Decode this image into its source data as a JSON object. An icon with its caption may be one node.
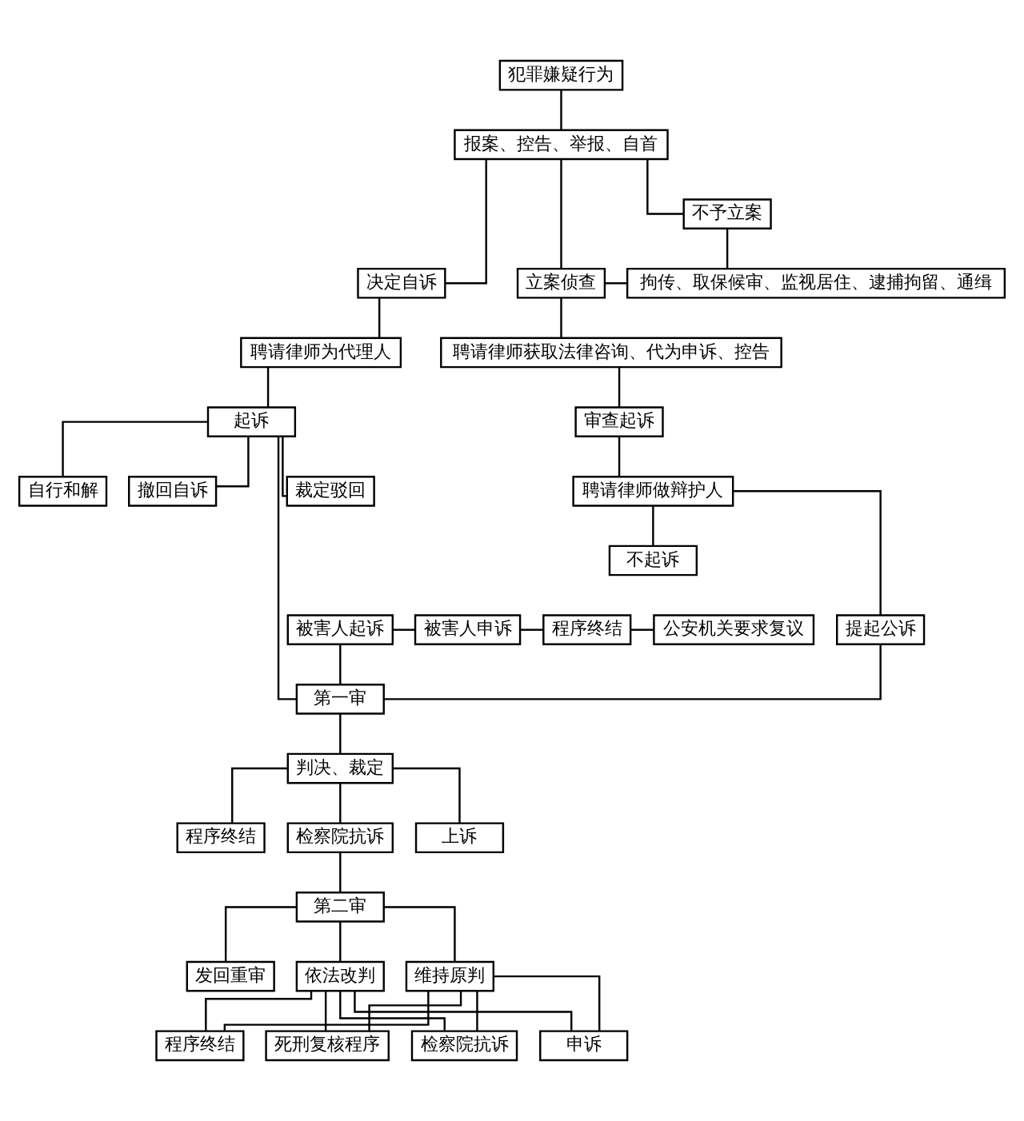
{
  "diagram": {
    "nodes": [
      {
        "text": [
          "犯罪嫌疑行为"
        ]
      },
      {
        "text": [
          "报案、控告、举报、自首"
        ]
      },
      {
        "text": [
          "不予立案"
        ]
      },
      {
        "text": [
          "决定自诉"
        ]
      },
      {
        "text": [
          "立案侦查"
        ]
      },
      {
        "text": [
          "拘传、取保候审、监视居住、逮捕拘留、通缉"
        ]
      },
      {
        "text": [
          "聘请律师为代理人"
        ]
      },
      {
        "text": [
          "聘请律师获取法律咨询、代为申诉、控告"
        ]
      },
      {
        "text": [
          "起诉"
        ]
      },
      {
        "text": [
          "审查起诉"
        ]
      },
      {
        "text": [
          "裁定驳回"
        ]
      },
      {
        "text": [
          "自行和解"
        ]
      },
      {
        "text": [
          "撤回自诉"
        ]
      },
      {
        "text": [
          "聘请律师做辩护人"
        ]
      },
      {
        "text": [
          "提起公诉"
        ]
      },
      {
        "text": [
          "不起诉"
        ]
      },
      {
        "text": [
          "被害人起诉"
        ]
      },
      {
        "text": [
          "被害人申诉"
        ]
      },
      {
        "text": [
          "程序终结"
        ]
      },
      {
        "text": [
          "公安机关要求复议"
        ]
      },
      {
        "text": [
          "第一审"
        ]
      },
      {
        "text": [
          "判决、裁定"
        ]
      },
      {
        "text": [
          "程序终结"
        ]
      },
      {
        "text": [
          "检察院抗诉"
        ]
      },
      {
        "text": [
          "上诉"
        ]
      },
      {
        "text": [
          "第二审"
        ]
      },
      {
        "text": [
          "发回重审"
        ]
      },
      {
        "text": [
          "维持原判"
        ]
      },
      {
        "text": [
          "依法改判"
        ]
      },
      {
        "text": [
          "检察院抗诉"
        ]
      },
      {
        "text": [
          "申诉"
        ]
      },
      {
        "text": [
          "程序终结"
        ]
      },
      {
        "text": [
          "死刑复核程序"
        ]
      }
    ],
    "edges": [
      {
        "from": 0,
        "to": 1,
        "arrow": "none"
      },
      {
        "from": 1,
        "to": 2,
        "arrow": "none"
      },
      {
        "from": 1,
        "to": 3,
        "arrow": "none"
      },
      {
        "from": 1,
        "to": 4,
        "arrow": "none"
      },
      {
        "from": 2,
        "to": 5,
        "arrow": "none"
      },
      {
        "from": 4,
        "to": 5,
        "arrow": "none"
      },
      {
        "from": 3,
        "to": 6,
        "arrow": "none"
      },
      {
        "from": 4,
        "to": 7,
        "arrow": "none"
      },
      {
        "from": 6,
        "to": 8,
        "arrow": "none"
      },
      {
        "from": 7,
        "to": 9,
        "arrow": "none"
      },
      {
        "from": 8,
        "to": 10,
        "arrow": "none"
      },
      {
        "from": 8,
        "to": 11,
        "arrow": "none"
      },
      {
        "from": 8,
        "to": 12,
        "arrow": "none"
      },
      {
        "from": 8,
        "to": 20,
        "arrow": "none"
      },
      {
        "from": 9,
        "to": 13,
        "arrow": "none"
      },
      {
        "from": 13,
        "to": 14,
        "arrow": "none"
      },
      {
        "from": 13,
        "to": 15,
        "arrow": "none"
      },
      {
        "from": 14,
        "to": 20,
        "arrow": "none"
      },
      {
        "from": 16,
        "to": 17,
        "arrow": "none"
      },
      {
        "from": 17,
        "to": 18,
        "arrow": "none"
      },
      {
        "from": 18,
        "to": 19,
        "arrow": "none"
      },
      {
        "from": 16,
        "to": 20,
        "arrow": "none"
      },
      {
        "from": 20,
        "to": 21,
        "arrow": "none"
      },
      {
        "from": 21,
        "to": 22,
        "arrow": "none"
      },
      {
        "from": 21,
        "to": 23,
        "arrow": "none"
      },
      {
        "from": 21,
        "to": 24,
        "arrow": "none"
      },
      {
        "from": 23,
        "to": 25,
        "arrow": "none"
      },
      {
        "from": 25,
        "to": 26,
        "arrow": "none"
      },
      {
        "from": 25,
        "to": 27,
        "arrow": "none"
      },
      {
        "from": 25,
        "to": 28,
        "arrow": "none"
      },
      {
        "from": 27,
        "to": 29,
        "arrow": "none"
      },
      {
        "from": 27,
        "to": 30,
        "arrow": "none"
      },
      {
        "from": 27,
        "to": 31,
        "arrow": "none"
      },
      {
        "from": 27,
        "to": 32,
        "arrow": "none"
      },
      {
        "from": 28,
        "to": 29,
        "arrow": "none"
      },
      {
        "from": 28,
        "to": 30,
        "arrow": "none"
      },
      {
        "from": 28,
        "to": 31,
        "arrow": "none"
      },
      {
        "from": 28,
        "to": 32,
        "arrow": "none"
      }
    ]
  }
}
